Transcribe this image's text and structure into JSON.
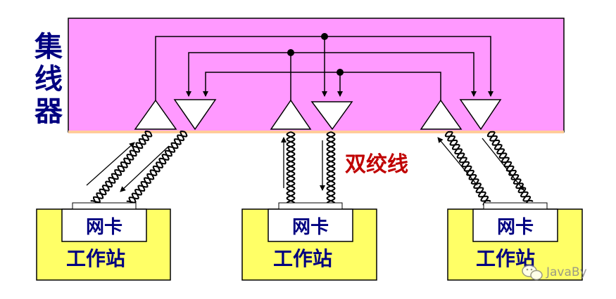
{
  "hub": {
    "label_chars": [
      "集",
      "线",
      "器"
    ],
    "fill": "#ff99ff",
    "label_color": "#000080"
  },
  "cable_label": "双绞线",
  "cable_label_color": "#c00000",
  "workstations": [
    {
      "nic_label": "网卡",
      "station_label": "工作站"
    },
    {
      "nic_label": "网卡",
      "station_label": "工作站"
    },
    {
      "nic_label": "网卡",
      "station_label": "工作站"
    }
  ],
  "workstation_fill": "#ffff66",
  "watermark": {
    "text": "JavaBy",
    "icon": "wechat-icon"
  }
}
